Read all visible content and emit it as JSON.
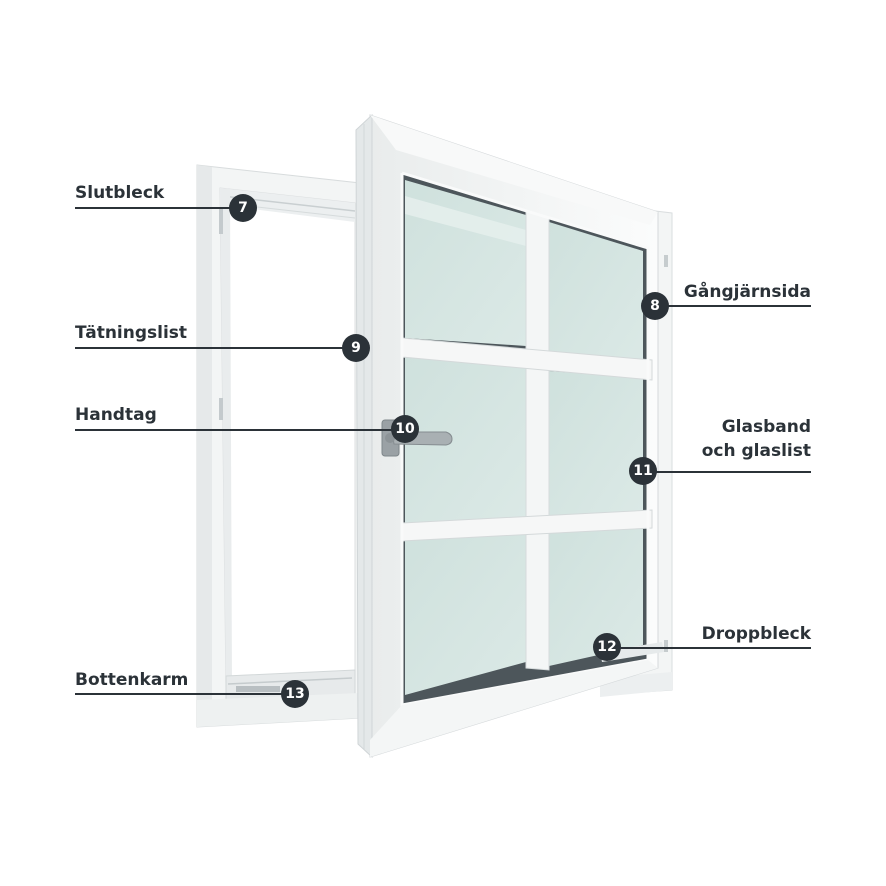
{
  "callouts": [
    {
      "number": "7",
      "label": "Slutbleck"
    },
    {
      "number": "9",
      "label": "Tätningslist"
    },
    {
      "number": "10",
      "label": "Handtag"
    },
    {
      "number": "13",
      "label": "Bottenkarm"
    },
    {
      "number": "8",
      "label": "Gångjärnsida"
    },
    {
      "number": "11",
      "label_line1": "Glasband",
      "label_line2": "och glaslist"
    },
    {
      "number": "12",
      "label": "Droppbleck"
    }
  ],
  "colors": {
    "ink": "#2b3238",
    "frame_white": "#f6f7f7",
    "glass": "#d3e4e1",
    "gasket": "#4a5358",
    "handle": "#9aa1a5"
  }
}
